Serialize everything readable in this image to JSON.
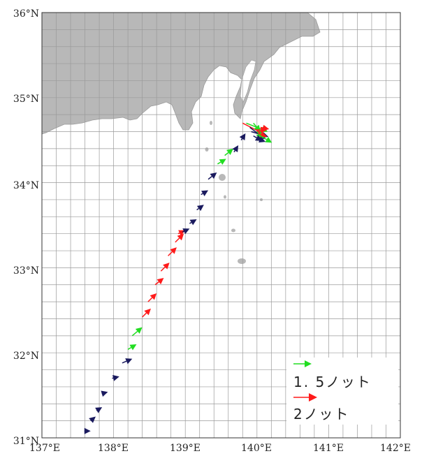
{
  "map": {
    "lat_labels": [
      "36°N",
      "35°N",
      "34°N",
      "33°N",
      "32°N",
      "31°N"
    ],
    "lon_labels": [
      "137°E",
      "138°E",
      "139°E",
      "140°E",
      "141°E",
      "142°E"
    ],
    "lon_range": [
      137,
      142
    ],
    "lat_range": [
      31,
      36
    ],
    "grid_step_deg": 0.2,
    "colors": {
      "land": "#b8b8b8",
      "grid": "#9a9a9a",
      "navy": "#1a1a5e",
      "red": "#ff1a1a",
      "green": "#22dd22"
    }
  },
  "legend": {
    "items": [
      {
        "color": "#22dd22",
        "label": "1. 5ノット",
        "speed_kn": 1.5
      },
      {
        "color": "#ff1a1a",
        "label": "2ノット",
        "speed_kn": 2
      }
    ]
  },
  "vectors": [
    {
      "lon": 137.6,
      "lat": 31.08,
      "dlon": 0.08,
      "dlat": 0.0,
      "c": "navy"
    },
    {
      "lon": 137.68,
      "lat": 31.2,
      "dlon": 0.07,
      "dlat": 0.05,
      "c": "navy"
    },
    {
      "lon": 137.76,
      "lat": 31.32,
      "dlon": 0.08,
      "dlat": 0.04,
      "c": "navy"
    },
    {
      "lon": 137.84,
      "lat": 31.52,
      "dlon": 0.08,
      "dlat": 0.02,
      "c": "navy"
    },
    {
      "lon": 137.98,
      "lat": 31.7,
      "dlon": 0.1,
      "dlat": 0.02,
      "c": "navy"
    },
    {
      "lon": 138.12,
      "lat": 31.88,
      "dlon": 0.14,
      "dlat": 0.05,
      "c": "navy"
    },
    {
      "lon": 138.2,
      "lat": 32.04,
      "dlon": 0.12,
      "dlat": 0.06,
      "c": "green"
    },
    {
      "lon": 138.26,
      "lat": 32.2,
      "dlon": 0.14,
      "dlat": 0.1,
      "c": "green"
    },
    {
      "lon": 138.4,
      "lat": 32.42,
      "dlon": 0.12,
      "dlat": 0.1,
      "c": "red"
    },
    {
      "lon": 138.48,
      "lat": 32.6,
      "dlon": 0.12,
      "dlat": 0.1,
      "c": "red"
    },
    {
      "lon": 138.58,
      "lat": 32.8,
      "dlon": 0.12,
      "dlat": 0.08,
      "c": "red"
    },
    {
      "lon": 138.66,
      "lat": 32.96,
      "dlon": 0.12,
      "dlat": 0.1,
      "c": "red"
    },
    {
      "lon": 138.76,
      "lat": 33.14,
      "dlon": 0.12,
      "dlat": 0.1,
      "c": "red"
    },
    {
      "lon": 138.86,
      "lat": 33.3,
      "dlon": 0.12,
      "dlat": 0.1,
      "c": "red"
    },
    {
      "lon": 138.9,
      "lat": 33.4,
      "dlon": 0.1,
      "dlat": 0.04,
      "c": "red"
    },
    {
      "lon": 138.96,
      "lat": 33.42,
      "dlon": 0.1,
      "dlat": 0.04,
      "c": "navy"
    },
    {
      "lon": 139.06,
      "lat": 33.52,
      "dlon": 0.1,
      "dlat": 0.05,
      "c": "navy"
    },
    {
      "lon": 139.16,
      "lat": 33.68,
      "dlon": 0.1,
      "dlat": 0.06,
      "c": "navy"
    },
    {
      "lon": 139.22,
      "lat": 33.86,
      "dlon": 0.1,
      "dlat": 0.05,
      "c": "navy"
    },
    {
      "lon": 139.32,
      "lat": 34.04,
      "dlon": 0.12,
      "dlat": 0.08,
      "c": "navy"
    },
    {
      "lon": 139.45,
      "lat": 34.22,
      "dlon": 0.12,
      "dlat": 0.06,
      "c": "green"
    },
    {
      "lon": 139.55,
      "lat": 34.32,
      "dlon": 0.12,
      "dlat": 0.08,
      "c": "green"
    },
    {
      "lon": 139.68,
      "lat": 34.36,
      "dlon": 0.06,
      "dlat": 0.08,
      "c": "navy"
    },
    {
      "lon": 139.78,
      "lat": 34.5,
      "dlon": 0.06,
      "dlat": 0.08,
      "c": "navy"
    },
    {
      "lon": 139.8,
      "lat": 34.7,
      "dlon": 0.28,
      "dlat": -0.12,
      "c": "red"
    },
    {
      "lon": 139.85,
      "lat": 34.7,
      "dlon": 0.3,
      "dlat": -0.1,
      "c": "green"
    },
    {
      "lon": 139.9,
      "lat": 34.65,
      "dlon": 0.22,
      "dlat": -0.14,
      "c": "navy"
    },
    {
      "lon": 139.95,
      "lat": 34.7,
      "dlon": 0.1,
      "dlat": -0.1,
      "c": "green"
    },
    {
      "lon": 139.92,
      "lat": 34.6,
      "dlon": 0.24,
      "dlat": -0.06,
      "c": "navy"
    },
    {
      "lon": 139.98,
      "lat": 34.62,
      "dlon": 0.16,
      "dlat": 0.0,
      "c": "red"
    },
    {
      "lon": 140.0,
      "lat": 34.6,
      "dlon": 0.08,
      "dlat": -0.08,
      "c": "green"
    },
    {
      "lon": 140.02,
      "lat": 34.58,
      "dlon": 0.12,
      "dlat": -0.04,
      "c": "red"
    },
    {
      "lon": 140.05,
      "lat": 34.55,
      "dlon": 0.16,
      "dlat": -0.08,
      "c": "green"
    },
    {
      "lon": 140.0,
      "lat": 34.52,
      "dlon": 0.12,
      "dlat": -0.04,
      "c": "navy"
    },
    {
      "lon": 139.95,
      "lat": 34.55,
      "dlon": 0.12,
      "dlat": -0.06,
      "c": "navy"
    },
    {
      "lon": 140.05,
      "lat": 34.65,
      "dlon": 0.12,
      "dlat": -0.02,
      "c": "red"
    }
  ]
}
